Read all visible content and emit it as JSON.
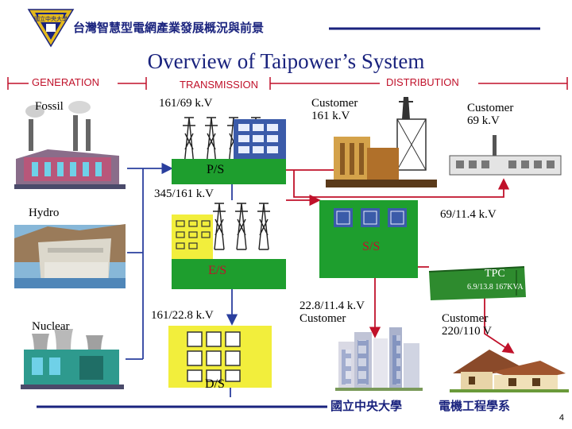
{
  "header": {
    "title": "台灣智慧型電網產業發展概況與前景",
    "logo_text": "國立中央大學"
  },
  "main_title": "Overview of Taipower’s System",
  "sections": {
    "generation": "GENERATION",
    "transmission": "TRANSMISSION",
    "distribution": "DISTRIBUTION"
  },
  "labels": {
    "fossil": "Fossil",
    "hydro": "Hydro",
    "nuclear": "Nuclear",
    "v161_69": "161/69 k.V",
    "customer_161": "Customer\n161 k.V",
    "customer_69": "Customer\n69 k.V",
    "ps": "P/S",
    "v345_161": "345/161 k.V",
    "v69_11": "69/11.4 k.V",
    "ss": "S/S",
    "es": "E/S",
    "tpc": "TPC",
    "tpc_rating": "6.9/13.8 167KVA",
    "v161_22": "161/22.8 k.V",
    "v22_11_customer": "22.8/11.4 k.V\nCustomer",
    "customer_220": "Customer\n220/110 V",
    "ds": "D/S"
  },
  "footer": {
    "university": "國立中央大學",
    "department": "電機工程學系",
    "page": "4"
  },
  "colors": {
    "navy": "#1a237e",
    "line_red": "#c0112a",
    "line_blue": "#2a3f9e",
    "station_green": "#1e9e2e",
    "station_yellow": "#f2ee3c",
    "tpc_green": "#2e8b2e",
    "window_blue": "#3b5ba9"
  }
}
